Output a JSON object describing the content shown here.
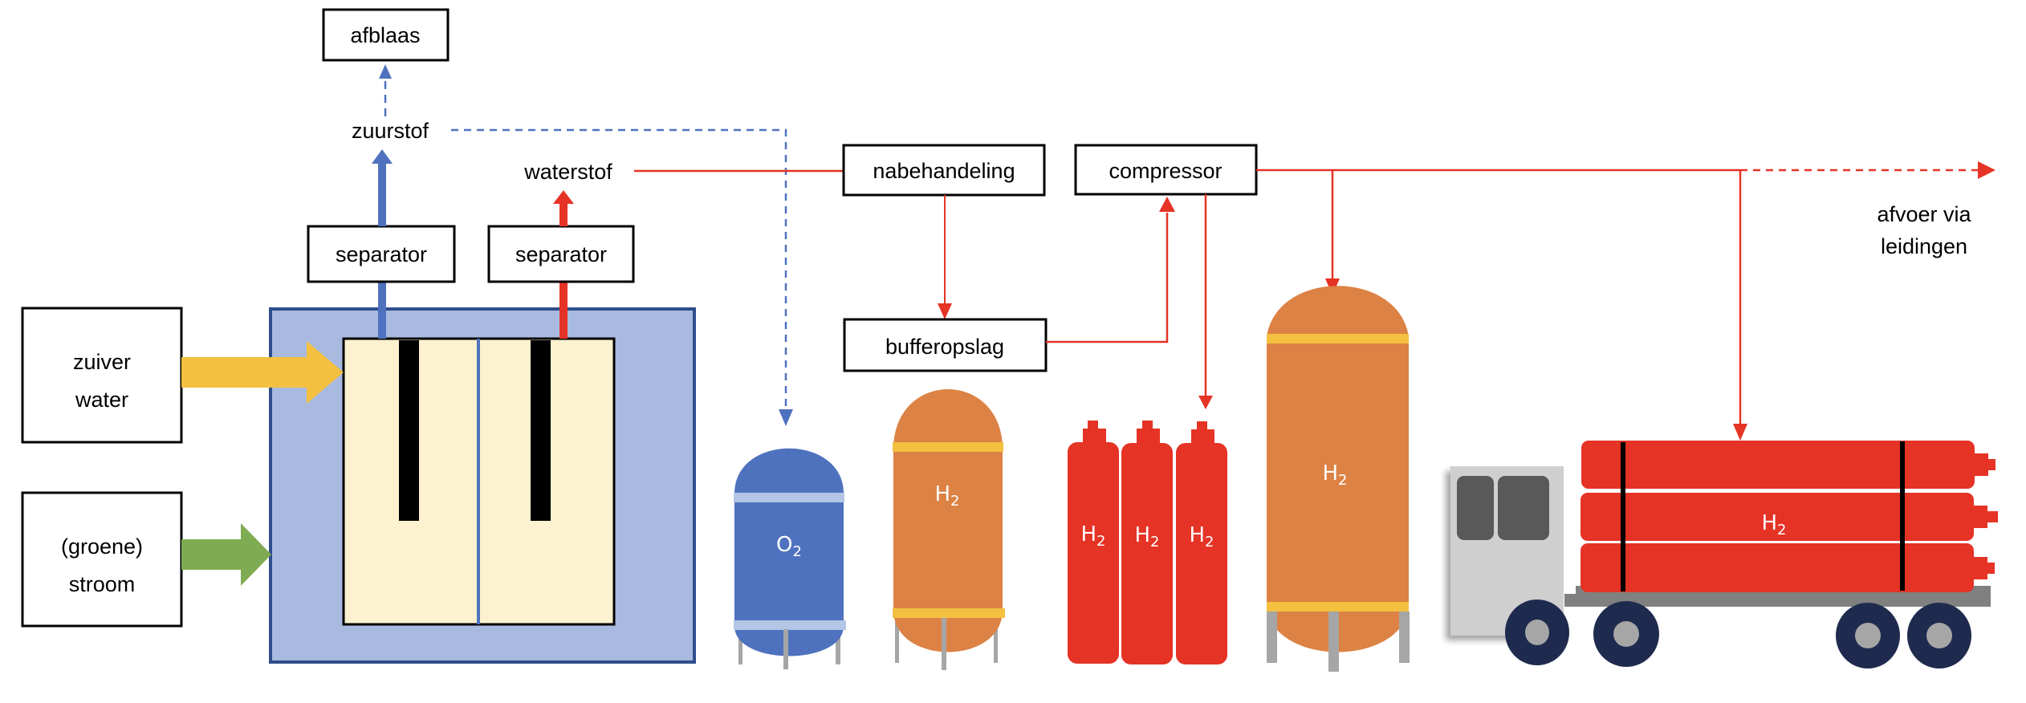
{
  "title": "Waterstofproductie via elektrolyse",
  "colors": {
    "oxygen": "#4f72bf",
    "hydrogen": "#e53325",
    "orange_tank": "#dc8244",
    "yellow_band": "#f3c040",
    "electrolyzer_bg": "#a8badf",
    "electrolyzer_border": "#2f4e8c",
    "cell_fill": "#fcf2d0",
    "water_arrow": "#f3c040",
    "power_arrow": "#7fab52",
    "truck_cab": "#d0cfd0",
    "truck_window": "#595959",
    "wheel": "#1f2b4e",
    "hub": "#a6a6a6",
    "legs": "#a6a6a6"
  },
  "inputs": {
    "water": {
      "line1": "zuiver",
      "line2": "water"
    },
    "power": {
      "line1": "(groene)",
      "line2": "stroom"
    }
  },
  "process": {
    "separator_oxygen": "separator",
    "separator_hydrogen": "separator",
    "afblaas": "afblaas",
    "zuurstof": "zuurstof",
    "waterstof": "waterstof",
    "nabehandeling": "nabehandeling",
    "bufferopslag": "bufferopslag",
    "compressor": "compressor"
  },
  "outputs": {
    "pipeline": {
      "line1": "afvoer via",
      "line2": "leidingen"
    }
  },
  "tanks": {
    "oxygen_tank": {
      "formula": "O",
      "sub": "2"
    },
    "buffer_tank": {
      "formula": "H",
      "sub": "2"
    },
    "cylinders": [
      {
        "formula": "H",
        "sub": "2"
      },
      {
        "formula": "H",
        "sub": "2"
      },
      {
        "formula": "H",
        "sub": "2"
      }
    ],
    "large_tank": {
      "formula": "H",
      "sub": "2"
    },
    "truck_trailer": {
      "formula": "H",
      "sub": "2"
    }
  }
}
